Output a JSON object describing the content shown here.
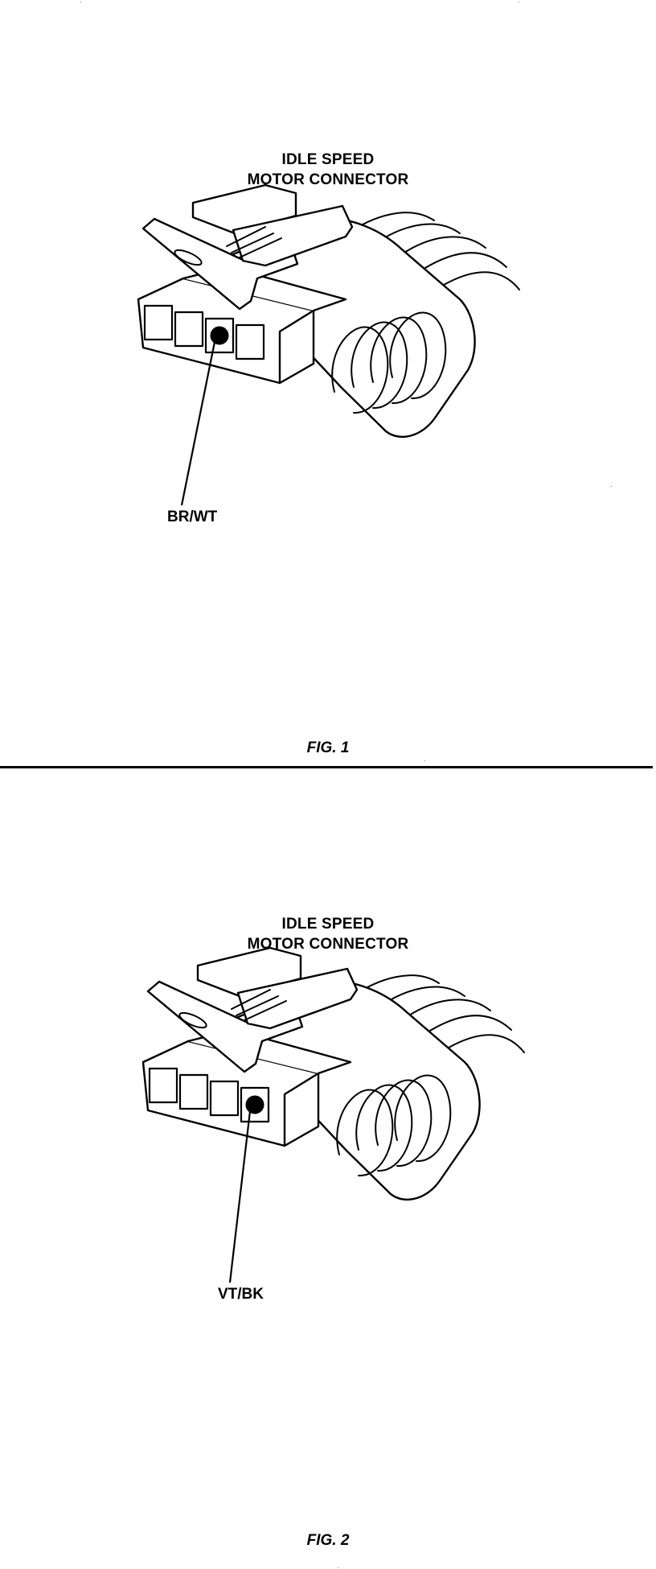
{
  "figures": [
    {
      "title_line1": "IDLE SPEED",
      "title_line2": "MOTOR CONNECTOR",
      "callout": "BR/WT",
      "highlighted_terminal": 3,
      "label": "FIG. 1"
    },
    {
      "title_line1": "IDLE SPEED",
      "title_line2": "MOTOR CONNECTOR",
      "callout": "VT/BK",
      "highlighted_terminal": 4,
      "label": "FIG. 2"
    }
  ],
  "colors": {
    "ink": "#000000",
    "background": "#ffffff"
  }
}
